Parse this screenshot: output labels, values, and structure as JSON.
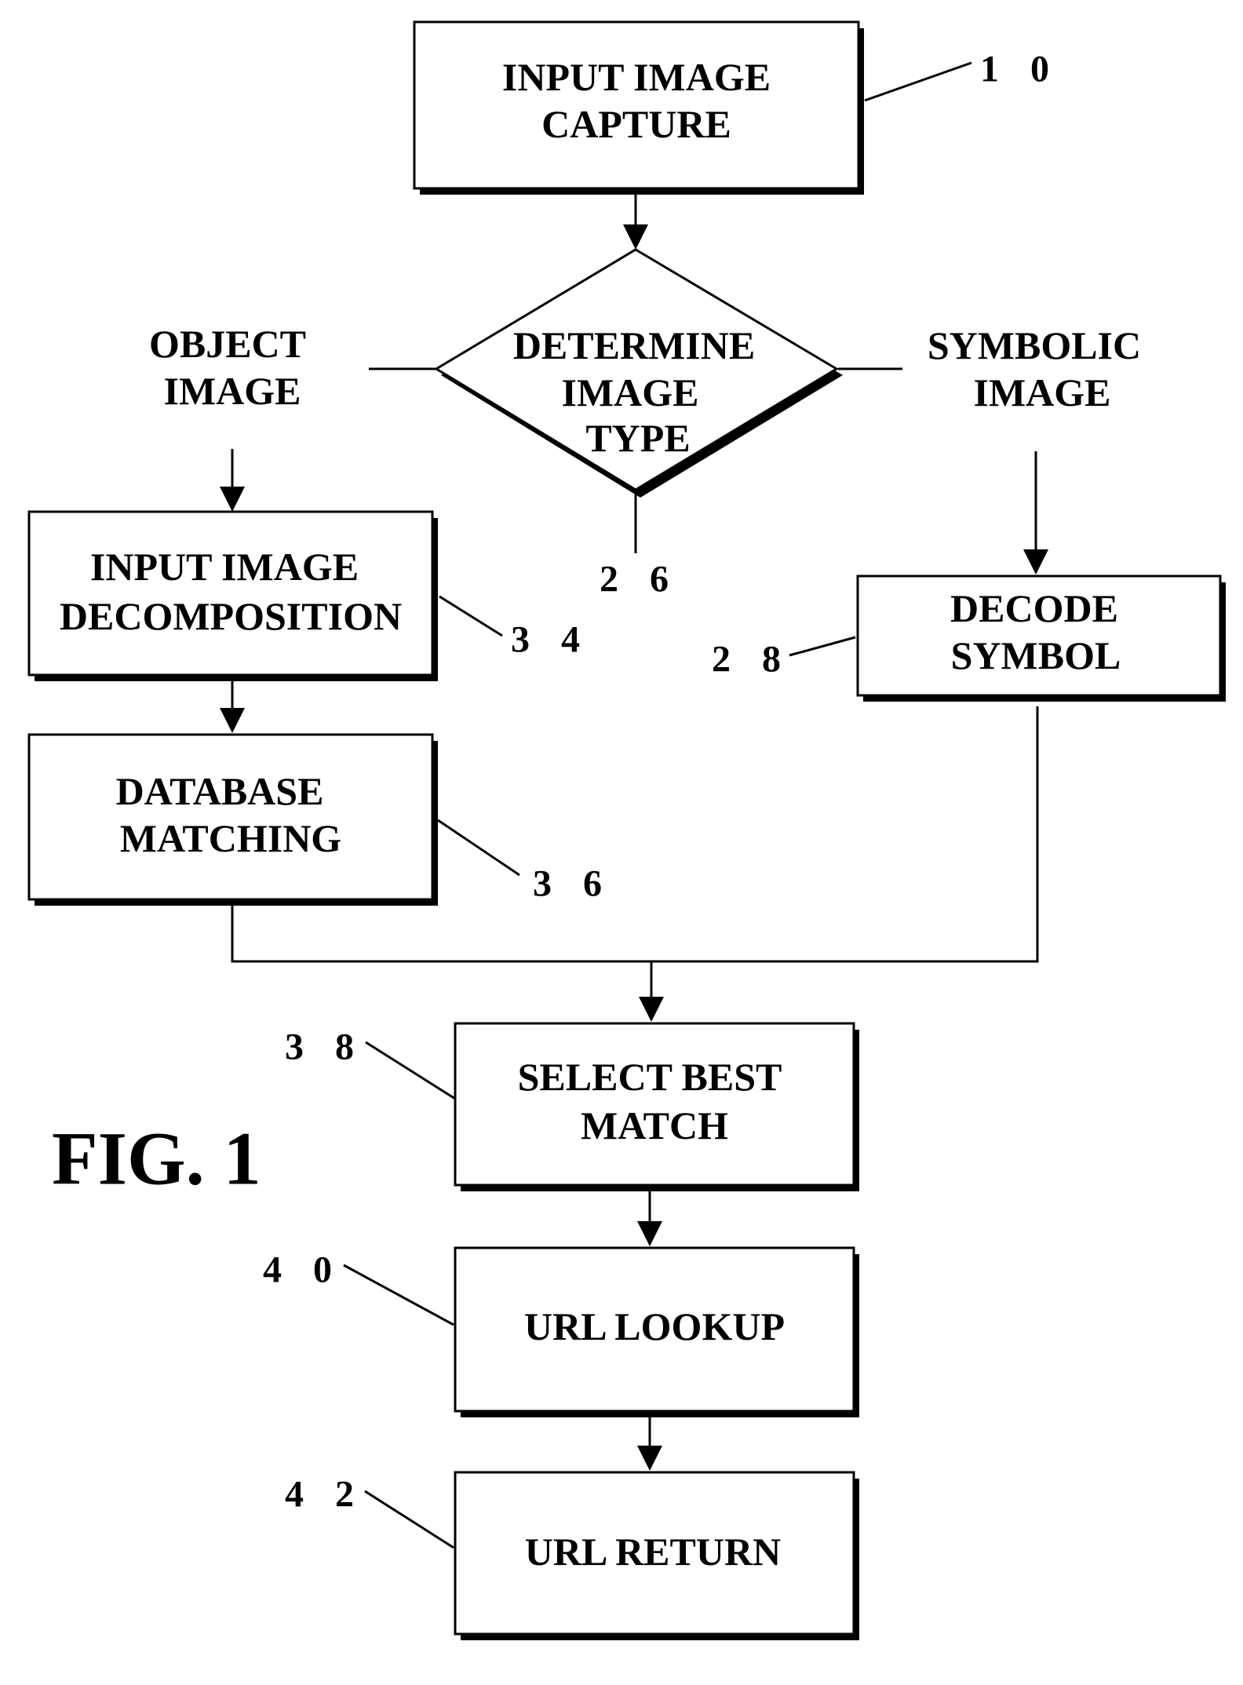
{
  "figure_label": "FIG. 1",
  "nodes": {
    "input_image_capture": {
      "line1": "INPUT IMAGE",
      "line2": "CAPTURE",
      "ref": "1 0"
    },
    "determine_image_type": {
      "line1": "DETERMINE",
      "line2": "IMAGE",
      "line3": "TYPE",
      "ref": "2 6"
    },
    "input_image_decomposition": {
      "line1": "INPUT IMAGE",
      "line2": "DECOMPOSITION",
      "ref": "3 4"
    },
    "database_matching": {
      "line1": "DATABASE",
      "line2": "MATCHING",
      "ref": "3 6"
    },
    "decode_symbol": {
      "line1": "DECODE",
      "line2": "SYMBOL",
      "ref": "2 8"
    },
    "select_best_match": {
      "line1": "SELECT BEST",
      "line2": "MATCH",
      "ref": "3 8"
    },
    "url_lookup": {
      "line1": "URL LOOKUP",
      "ref": "4 0"
    },
    "url_return": {
      "line1": "URL RETURN",
      "ref": "4 2"
    }
  },
  "branches": {
    "object_image": {
      "line1": "OBJECT",
      "line2": "IMAGE"
    },
    "symbolic_image": {
      "line1": "SYMBOLIC",
      "line2": "IMAGE"
    }
  },
  "edges": [
    {
      "from": "input_image_capture",
      "to": "determine_image_type"
    },
    {
      "from": "determine_image_type",
      "to": "input_image_decomposition",
      "label_key": "object_image"
    },
    {
      "from": "determine_image_type",
      "to": "decode_symbol",
      "label_key": "symbolic_image"
    },
    {
      "from": "input_image_decomposition",
      "to": "database_matching"
    },
    {
      "from": "database_matching",
      "to": "select_best_match"
    },
    {
      "from": "decode_symbol",
      "to": "select_best_match"
    },
    {
      "from": "select_best_match",
      "to": "url_lookup"
    },
    {
      "from": "url_lookup",
      "to": "url_return"
    }
  ]
}
